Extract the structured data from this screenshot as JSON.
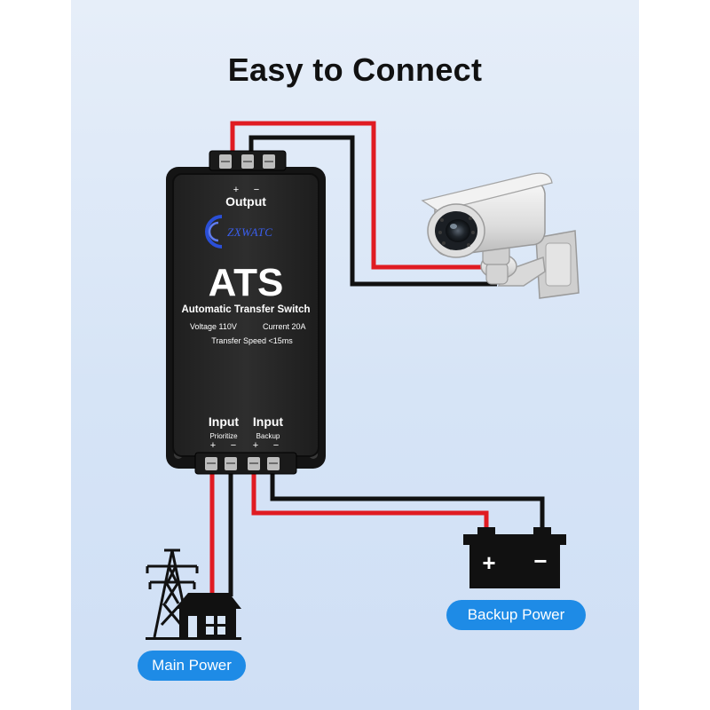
{
  "title": "Easy to Connect",
  "device": {
    "output_label": "Output",
    "output_plus": "+",
    "output_minus": "−",
    "logo": "ZXWATC",
    "name": "ATS",
    "subtitle": "Automatic Transfer Switch",
    "voltage": "Voltage 110V",
    "current": "Current 20A",
    "transfer_speed": "Transfer Speed <15ms",
    "input_left_label": "Input",
    "input_left_sub": "Prioritize",
    "input_right_label": "Input",
    "input_right_sub": "Backup",
    "input_plus": "+",
    "input_minus": "−"
  },
  "battery": {
    "plus": "+",
    "minus": "−"
  },
  "labels": {
    "main_power": "Main Power",
    "backup_power": "Backup Power"
  },
  "icons": [
    "security-camera-icon",
    "battery-icon",
    "power-tower-icon",
    "house-icon",
    "zxwatc-logo-icon"
  ],
  "colors": {
    "wire_red": "#e01b22",
    "wire_black": "#111111",
    "pill_blue": "#1e8be6",
    "device_body": "#2b2b2b"
  }
}
